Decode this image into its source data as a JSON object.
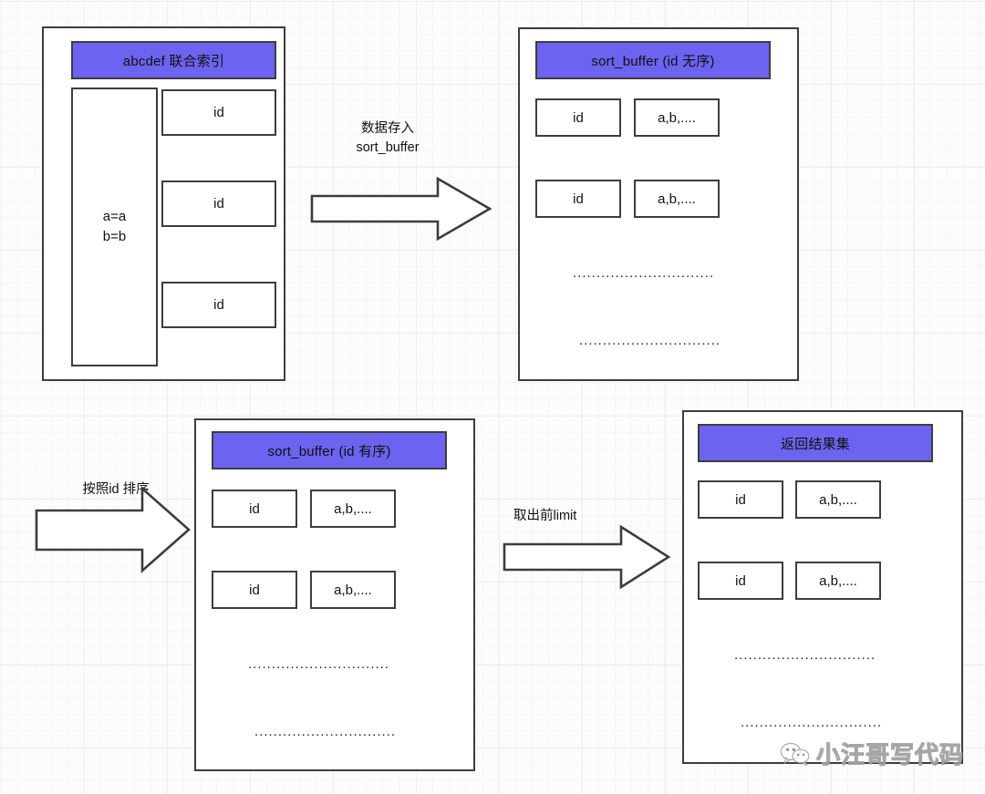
{
  "diagram": {
    "title": "MySQL sort_buffer 排序流程",
    "accent_color": "#6c63f0",
    "stroke_color": "#3d3d3d",
    "background": "#fcfcfc"
  },
  "panels": {
    "index": {
      "header": "abcdef 联合索引",
      "condition": "a=a\nb=b",
      "rows": [
        "id",
        "id",
        "id"
      ]
    },
    "sort_buffer_unsorted": {
      "header": "sort_buffer (id 无序)",
      "rows": [
        {
          "id": "id",
          "cols": "a,b,...."
        },
        {
          "id": "id",
          "cols": "a,b,...."
        }
      ],
      "ellipsis": [
        "..............................",
        ".............................."
      ]
    },
    "sort_buffer_sorted": {
      "header": "sort_buffer (id 有序)",
      "rows": [
        {
          "id": "id",
          "cols": "a,b,...."
        },
        {
          "id": "id",
          "cols": "a,b,...."
        }
      ],
      "ellipsis": [
        "..............................",
        ".............................."
      ]
    },
    "result_set": {
      "header": "返回结果集",
      "rows": [
        {
          "id": "id",
          "cols": "a,b,...."
        },
        {
          "id": "id",
          "cols": "a,b,...."
        }
      ],
      "ellipsis": [
        "..............................",
        ".............................."
      ]
    }
  },
  "arrows": [
    {
      "key": "store",
      "label": "数据存入\nsort_buffer"
    },
    {
      "key": "sort",
      "label": "按照id 排序"
    },
    {
      "key": "limit",
      "label": "取出前limit"
    }
  ],
  "watermark": {
    "text": "小汪哥写代码",
    "logo": "wechat-icon"
  }
}
